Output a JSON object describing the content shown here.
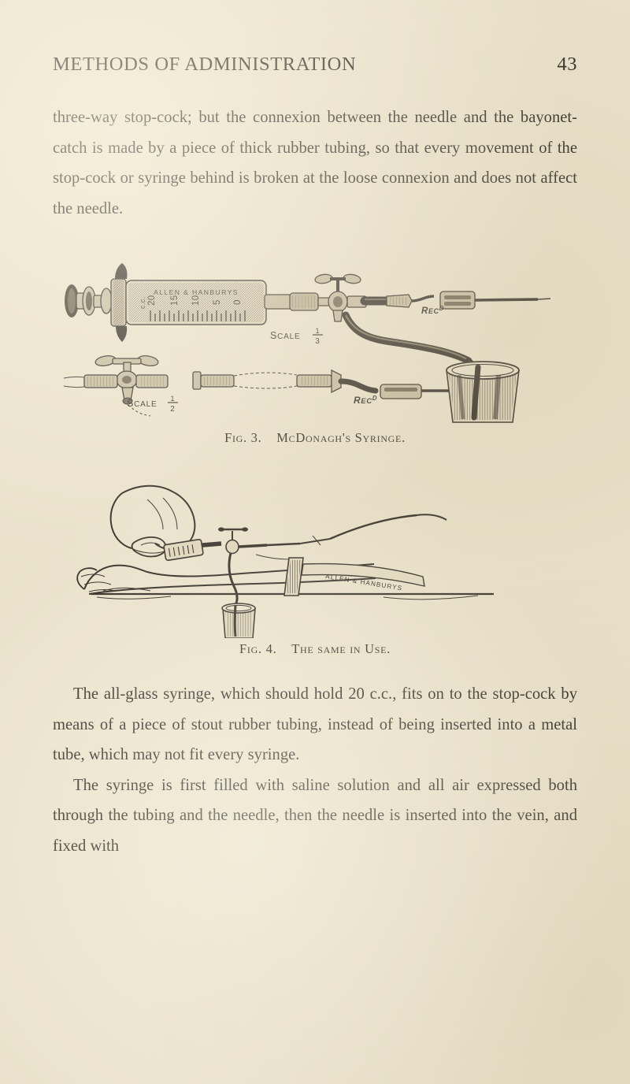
{
  "page": {
    "running_head": "METHODS OF ADMINISTRATION",
    "folio": "43",
    "background_color": "#e9e1ca",
    "ink_color": "#2b2720"
  },
  "body": {
    "paragraph_1": "three-way stop-cock; but the connexion between the needle and the bayonet-catch is made by a piece of thick rubber tubing, so that every movement of the stop-cock or syringe behind is broken at the loose connexion and does not affect the needle.",
    "paragraph_2": "The all-glass syringe, which should hold 20 c.c., fits on to the stop-cock by means of a piece of stout rubber tubing, instead of being inserted into a metal tube, which may not fit every syringe.",
    "paragraph_3": "The syringe is first filled with saline solution and all air expressed both through the tubing and the needle, then the needle is inserted into the vein, and fixed with"
  },
  "figures": [
    {
      "id": "fig-3",
      "number": "Fig. 3.",
      "caption": "McDonagh's Syringe.",
      "labels": {
        "maker": "ALLEN & HANBURYS",
        "graduations": [
          "20",
          "15",
          "10",
          "5",
          "0"
        ],
        "unit": "c.c.",
        "scale_upper": "Scale",
        "scale_upper_fraction": "1/3",
        "scale_lower": "Scale",
        "scale_lower_fraction": "1/2",
        "registered_upper": "Recd",
        "registered_lower": "Recd"
      }
    },
    {
      "id": "fig-4",
      "number": "Fig. 4.",
      "caption": "The same in Use.",
      "labels": {
        "band_maker": "ALLEN & HANBURYS"
      }
    }
  ]
}
